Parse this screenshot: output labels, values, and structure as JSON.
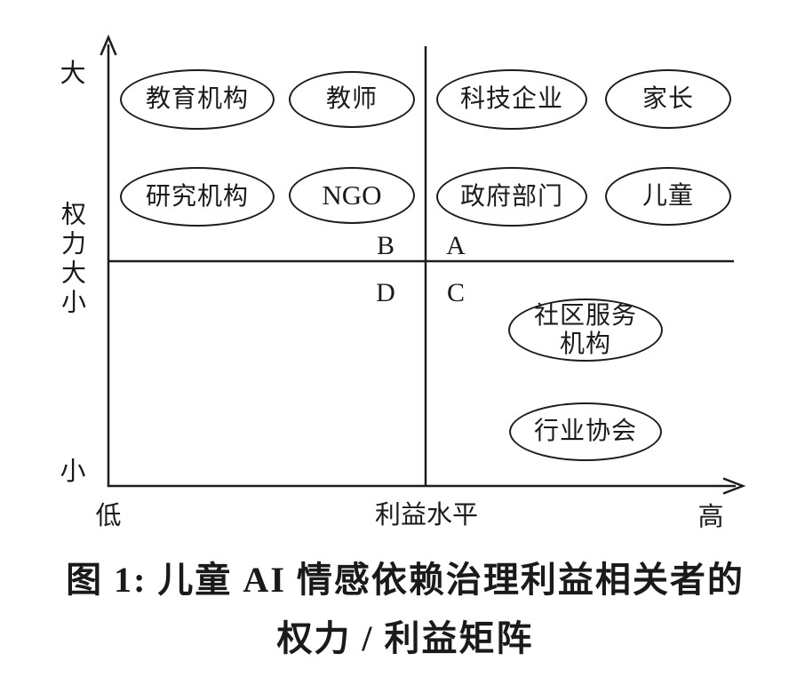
{
  "figure_caption": {
    "line1": "图 1: 儿童 AI 情感依赖治理利益相关者的",
    "line2": "权力 / 利益矩阵"
  },
  "axes": {
    "y_axis_title": "权力大小",
    "y_axis_top_label": "大",
    "y_axis_bottom_label": "小",
    "x_axis_title": "利益水平",
    "x_axis_left_label": "低",
    "x_axis_right_label": "高"
  },
  "quadrant_labels": {
    "a": "A",
    "b": "B",
    "c": "C",
    "d": "D"
  },
  "stakeholders": [
    {
      "label": "教育机构",
      "quadrant": "B"
    },
    {
      "label": "教师",
      "quadrant": "B"
    },
    {
      "label": "科技企业",
      "quadrant": "A"
    },
    {
      "label": "家长",
      "quadrant": "A"
    },
    {
      "label": "研究机构",
      "quadrant": "B"
    },
    {
      "label": "NGO",
      "quadrant": "B"
    },
    {
      "label": "政府部门",
      "quadrant": "A"
    },
    {
      "label": "儿童",
      "quadrant": "A"
    },
    {
      "label": "社区服务\n机构",
      "quadrant": "C"
    },
    {
      "label": "行业协会",
      "quadrant": "C"
    }
  ],
  "colors": {
    "line": "#1c1c1c",
    "text": "#1a1a1a",
    "background": "#ffffff"
  }
}
